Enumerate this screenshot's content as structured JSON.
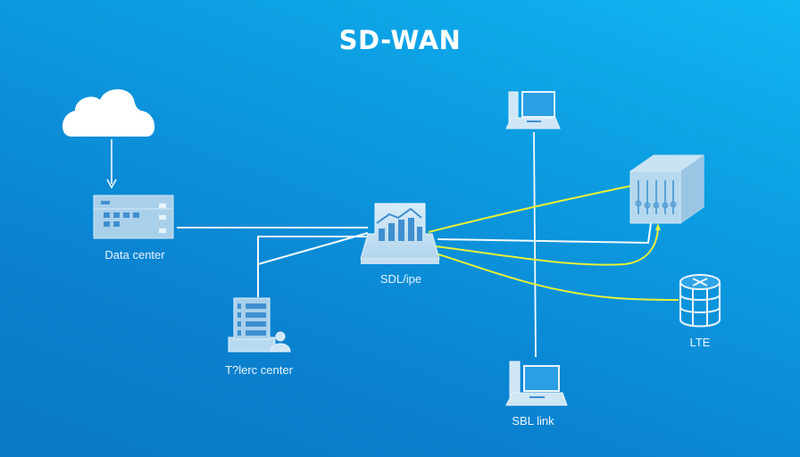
{
  "title": "SD-WAN",
  "colors": {
    "background_top_right": "#10b6f3",
    "background_bottom_left": "#0a78c4",
    "wired_link": "#f4fbff",
    "wireless_link": "#e6f03a",
    "device_fill": "#c9e3f3",
    "device_stroke": "#e8f4fc"
  },
  "nodes": [
    {
      "id": "cloud",
      "icon": "cloud-icon",
      "label": ""
    },
    {
      "id": "data-center",
      "icon": "server-rack-icon",
      "label": "Data center"
    },
    {
      "id": "branch-office",
      "icon": "office-building-icon",
      "label": "T?lerc center"
    },
    {
      "id": "sd-wan-edge",
      "icon": "analytics-router-icon",
      "label": "SDL/ipe"
    },
    {
      "id": "laptop-top",
      "icon": "laptop-icon",
      "label": ""
    },
    {
      "id": "switch-cube",
      "icon": "switch-cube-icon",
      "label": ""
    },
    {
      "id": "lte",
      "icon": "database-cylinder-icon",
      "label": "LTE"
    },
    {
      "id": "laptop-bottom",
      "icon": "laptop-icon",
      "label": "SBL link"
    }
  ],
  "links": [
    {
      "from": "cloud",
      "to": "data-center",
      "type": "arrow"
    },
    {
      "from": "data-center",
      "to": "sd-wan-edge",
      "type": "wired"
    },
    {
      "from": "branch-office",
      "to": "sd-wan-edge",
      "type": "wired"
    },
    {
      "from": "sd-wan-edge",
      "to": "switch-cube",
      "type": "wired"
    },
    {
      "from": "laptop-top",
      "to": "laptop-bottom",
      "type": "wired"
    },
    {
      "from": "sd-wan-edge",
      "to": "switch-cube",
      "type": "wireless"
    },
    {
      "from": "sd-wan-edge",
      "to": "switch-cube",
      "type": "wireless-curved"
    },
    {
      "from": "sd-wan-edge",
      "to": "lte",
      "type": "wireless"
    }
  ]
}
